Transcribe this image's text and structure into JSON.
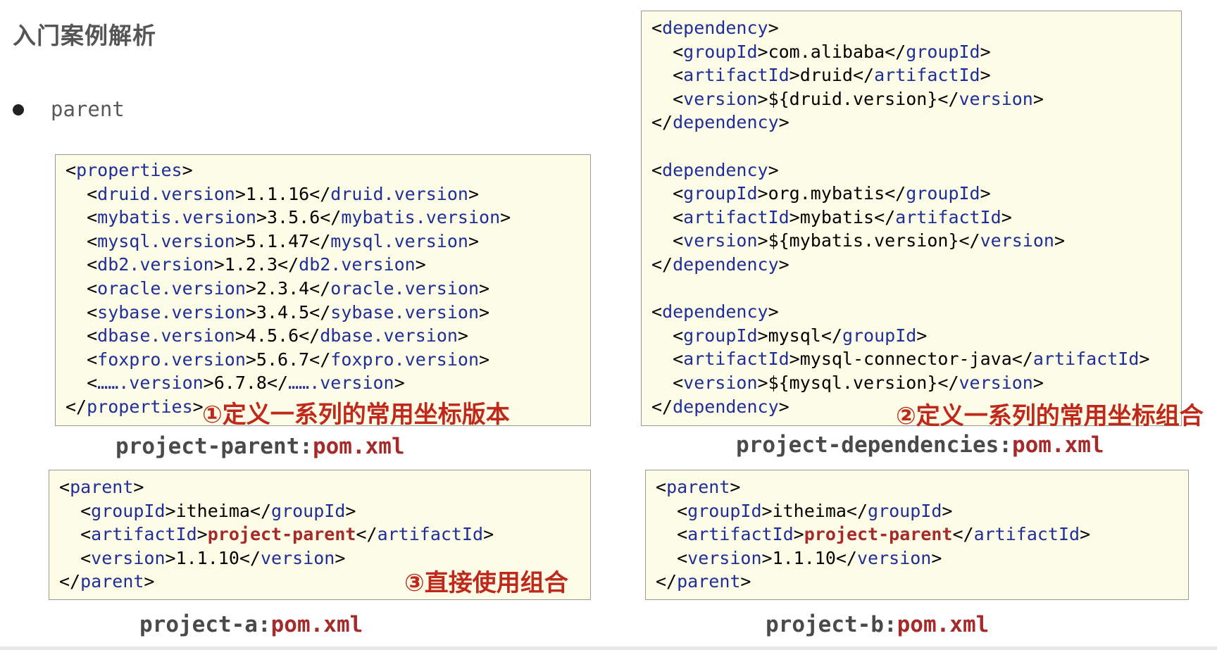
{
  "slide": {
    "title": "入门案例解析",
    "bullet": "parent"
  },
  "blocks": {
    "parent_pom": {
      "lines": [
        [
          {
            "t": "<"
          },
          {
            "t": "properties",
            "c": "tag"
          },
          {
            "t": ">"
          }
        ],
        [
          {
            "t": "  <"
          },
          {
            "t": "druid.version",
            "c": "tag"
          },
          {
            "t": ">1.1.16</"
          },
          {
            "t": "druid.version",
            "c": "tag"
          },
          {
            "t": ">"
          }
        ],
        [
          {
            "t": "  <"
          },
          {
            "t": "mybatis.version",
            "c": "tag"
          },
          {
            "t": ">3.5.6</"
          },
          {
            "t": "mybatis.version",
            "c": "tag"
          },
          {
            "t": ">"
          }
        ],
        [
          {
            "t": "  <"
          },
          {
            "t": "mysql.version",
            "c": "tag"
          },
          {
            "t": ">5.1.47</"
          },
          {
            "t": "mysql.version",
            "c": "tag"
          },
          {
            "t": ">"
          }
        ],
        [
          {
            "t": "  <"
          },
          {
            "t": "db2.version",
            "c": "tag"
          },
          {
            "t": ">1.2.3</"
          },
          {
            "t": "db2.version",
            "c": "tag"
          },
          {
            "t": ">"
          }
        ],
        [
          {
            "t": "  <"
          },
          {
            "t": "oracle.version",
            "c": "tag"
          },
          {
            "t": ">2.3.4</"
          },
          {
            "t": "oracle.version",
            "c": "tag"
          },
          {
            "t": ">"
          }
        ],
        [
          {
            "t": "  <"
          },
          {
            "t": "sybase.version",
            "c": "tag"
          },
          {
            "t": ">3.4.5</"
          },
          {
            "t": "sybase.version",
            "c": "tag"
          },
          {
            "t": ">"
          }
        ],
        [
          {
            "t": "  <"
          },
          {
            "t": "dbase.version",
            "c": "tag"
          },
          {
            "t": ">4.5.6</"
          },
          {
            "t": "dbase.version",
            "c": "tag"
          },
          {
            "t": ">"
          }
        ],
        [
          {
            "t": "  <"
          },
          {
            "t": "foxpro.version",
            "c": "tag"
          },
          {
            "t": ">5.6.7</"
          },
          {
            "t": "foxpro.version",
            "c": "tag"
          },
          {
            "t": ">"
          }
        ],
        [
          {
            "t": "  <"
          },
          {
            "t": "…….version",
            "c": "tag"
          },
          {
            "t": ">6.7.8</"
          },
          {
            "t": "…….version",
            "c": "tag"
          },
          {
            "t": ">"
          }
        ],
        [
          {
            "t": "</"
          },
          {
            "t": "properties",
            "c": "tag"
          },
          {
            "t": ">"
          }
        ]
      ],
      "note": "①定义一系列的常用坐标版本",
      "caption_name": "project-parent:",
      "caption_file": "pom.xml"
    },
    "dependencies_pom": {
      "lines": [
        [
          {
            "t": "<"
          },
          {
            "t": "dependency",
            "c": "tag"
          },
          {
            "t": ">"
          }
        ],
        [
          {
            "t": "  <"
          },
          {
            "t": "groupId",
            "c": "tag"
          },
          {
            "t": ">com.alibaba</"
          },
          {
            "t": "groupId",
            "c": "tag"
          },
          {
            "t": ">"
          }
        ],
        [
          {
            "t": "  <"
          },
          {
            "t": "artifactId",
            "c": "tag"
          },
          {
            "t": ">druid</"
          },
          {
            "t": "artifactId",
            "c": "tag"
          },
          {
            "t": ">"
          }
        ],
        [
          {
            "t": "  <"
          },
          {
            "t": "version",
            "c": "tag"
          },
          {
            "t": ">${druid.version}</"
          },
          {
            "t": "version",
            "c": "tag"
          },
          {
            "t": ">"
          }
        ],
        [
          {
            "t": "</"
          },
          {
            "t": "dependency",
            "c": "tag"
          },
          {
            "t": ">"
          }
        ],
        [
          {
            "t": ""
          }
        ],
        [
          {
            "t": "<"
          },
          {
            "t": "dependency",
            "c": "tag"
          },
          {
            "t": ">"
          }
        ],
        [
          {
            "t": "  <"
          },
          {
            "t": "groupId",
            "c": "tag"
          },
          {
            "t": ">org.mybatis</"
          },
          {
            "t": "groupId",
            "c": "tag"
          },
          {
            "t": ">"
          }
        ],
        [
          {
            "t": "  <"
          },
          {
            "t": "artifactId",
            "c": "tag"
          },
          {
            "t": ">mybatis</"
          },
          {
            "t": "artifactId",
            "c": "tag"
          },
          {
            "t": ">"
          }
        ],
        [
          {
            "t": "  <"
          },
          {
            "t": "version",
            "c": "tag"
          },
          {
            "t": ">${mybatis.version}</"
          },
          {
            "t": "version",
            "c": "tag"
          },
          {
            "t": ">"
          }
        ],
        [
          {
            "t": "</"
          },
          {
            "t": "dependency",
            "c": "tag"
          },
          {
            "t": ">"
          }
        ],
        [
          {
            "t": ""
          }
        ],
        [
          {
            "t": "<"
          },
          {
            "t": "dependency",
            "c": "tag"
          },
          {
            "t": ">"
          }
        ],
        [
          {
            "t": "  <"
          },
          {
            "t": "groupId",
            "c": "tag"
          },
          {
            "t": ">mysql</"
          },
          {
            "t": "groupId",
            "c": "tag"
          },
          {
            "t": ">"
          }
        ],
        [
          {
            "t": "  <"
          },
          {
            "t": "artifactId",
            "c": "tag"
          },
          {
            "t": ">mysql-connector-java</"
          },
          {
            "t": "artifactId",
            "c": "tag"
          },
          {
            "t": ">"
          }
        ],
        [
          {
            "t": "  <"
          },
          {
            "t": "version",
            "c": "tag"
          },
          {
            "t": ">${mysql.version}</"
          },
          {
            "t": "version",
            "c": "tag"
          },
          {
            "t": ">"
          }
        ],
        [
          {
            "t": "</"
          },
          {
            "t": "dependency",
            "c": "tag"
          },
          {
            "t": ">"
          }
        ]
      ],
      "note": "②定义一系列的常用坐标组合",
      "caption_name": "project-dependencies:",
      "caption_file": "pom.xml"
    },
    "project_a_pom": {
      "lines": [
        [
          {
            "t": "<"
          },
          {
            "t": "parent",
            "c": "tag"
          },
          {
            "t": ">"
          }
        ],
        [
          {
            "t": "  <"
          },
          {
            "t": "groupId",
            "c": "tag"
          },
          {
            "t": ">itheima</"
          },
          {
            "t": "groupId",
            "c": "tag"
          },
          {
            "t": ">"
          }
        ],
        [
          {
            "t": "  <"
          },
          {
            "t": "artifactId",
            "c": "tag"
          },
          {
            "t": ">"
          },
          {
            "t": "project-parent",
            "c": "red"
          },
          {
            "t": "</"
          },
          {
            "t": "artifactId",
            "c": "tag"
          },
          {
            "t": ">"
          }
        ],
        [
          {
            "t": "  <"
          },
          {
            "t": "version",
            "c": "tag"
          },
          {
            "t": ">1.1.10</"
          },
          {
            "t": "version",
            "c": "tag"
          },
          {
            "t": ">"
          }
        ],
        [
          {
            "t": "</"
          },
          {
            "t": "parent",
            "c": "tag"
          },
          {
            "t": ">"
          }
        ]
      ],
      "note": "③直接使用组合",
      "caption_name": "project-a:",
      "caption_file": "pom.xml"
    },
    "project_b_pom": {
      "lines": [
        [
          {
            "t": "<"
          },
          {
            "t": "parent",
            "c": "tag"
          },
          {
            "t": ">"
          }
        ],
        [
          {
            "t": "  <"
          },
          {
            "t": "groupId",
            "c": "tag"
          },
          {
            "t": ">itheima</"
          },
          {
            "t": "groupId",
            "c": "tag"
          },
          {
            "t": ">"
          }
        ],
        [
          {
            "t": "  <"
          },
          {
            "t": "artifactId",
            "c": "tag"
          },
          {
            "t": ">"
          },
          {
            "t": "project-parent",
            "c": "red"
          },
          {
            "t": "</"
          },
          {
            "t": "artifactId",
            "c": "tag"
          },
          {
            "t": ">"
          }
        ],
        [
          {
            "t": "  <"
          },
          {
            "t": "version",
            "c": "tag"
          },
          {
            "t": ">1.1.10</"
          },
          {
            "t": "version",
            "c": "tag"
          },
          {
            "t": ">"
          }
        ],
        [
          {
            "t": "</"
          },
          {
            "t": "parent",
            "c": "tag"
          },
          {
            "t": ">"
          }
        ]
      ],
      "caption_name": "project-b:",
      "caption_file": "pom.xml"
    }
  },
  "colors": {
    "tag": "#1f2f97",
    "highlight": "#a52a2a",
    "note": "#c0281c",
    "box_bg": "#fcfce7"
  }
}
